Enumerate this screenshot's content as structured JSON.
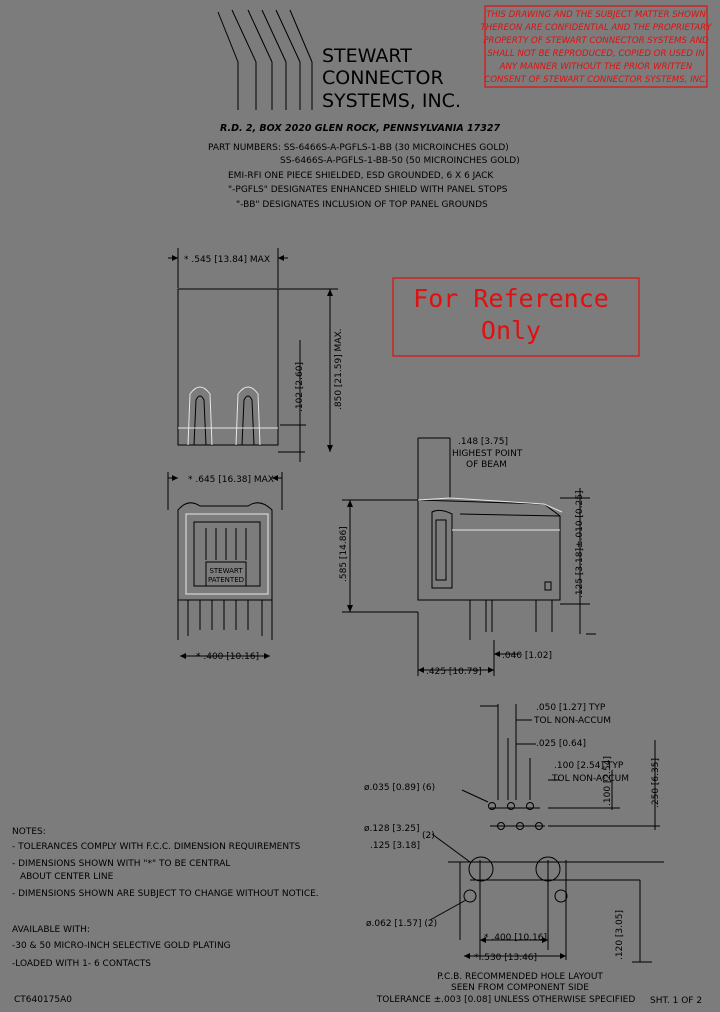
{
  "company": {
    "name_lines": [
      "STEWART",
      "CONNECTOR",
      "SYSTEMS,  INC."
    ],
    "address": "R.D. 2, BOX 2020   GLEN ROCK, PENNSYLVANIA   17327"
  },
  "confidential_notice": [
    "THIS DRAWING AND THE SUBJECT MATTER SHOWN",
    "THEREON ARE CONFIDENTIAL AND THE PROPRIETARY",
    "PROPERTY OF STEWART CONNECTOR SYSTEMS AND",
    "SHALL NOT BE REPRODUCED, COPIED OR USED IN",
    "ANY MANNER WITHOUT THE PRIOR WRITTEN",
    "CONSENT OF STEWART CONNECTOR SYSTEMS, INC."
  ],
  "part_info": {
    "line1": "PART NUMBERS:  SS-6466S-A-PGFLS-1-BB (30 MICROINCHES GOLD)",
    "line2": "SS-6466S-A-PGFLS-1-BB-50 (50 MICROINCHES GOLD)",
    "line3": "EMI-RFI ONE PIECE SHIELDED, ESD GROUNDED, 6 X 6 JACK",
    "line4": "\"-PGFLS\" DESIGNATES ENHANCED SHIELD WITH PANEL STOPS",
    "line5": "\"-BB\" DESIGNATES INCLUSION OF TOP PANEL GROUNDS"
  },
  "reference_stamp": [
    "For Reference",
    "Only"
  ],
  "front_view": {
    "width_dim": "* .545 [13.84] MAX",
    "height_dim": ".850 [21.59] MAX.",
    "pin_dim": ".102 [2.60]"
  },
  "bottom_view": {
    "width_dim": "* .645 [16.38] MAX",
    "pitch_dim": "* .400 [10.16]",
    "marking_line1": "STEWART",
    "marking_line2": "PATENTED"
  },
  "side_view": {
    "beam_dim": ".148 [3.75]",
    "beam_label_1": "HIGHEST POINT",
    "beam_label_2": "OF BEAM",
    "height_dim": ".585 [14.86]",
    "panel_dim": ".125 [3.18]±.010 [0.25]",
    "depth_dim": ".425 [10.79]",
    "pin_dim": ".040 [1.02]"
  },
  "pcb_layout": {
    "dim_050": ".050 [1.27] TYP",
    "tol_050": "TOL NON-ACCUM",
    "dim_025": ".025 [0.64]",
    "dim_100_h": ".100 [2.54] TYP",
    "tol_100": "TOL NON-ACCUM",
    "dim_100_v": ".100 [2.54]",
    "dim_250": ".250 [6.35]",
    "hole_035": "ø.035 [0.89] (6)",
    "hole_128_a": "ø.128 [3.25]",
    "hole_128_b": ".125 [3.18]",
    "hole_128_qty": "(2)",
    "hole_062": "ø.062 [1.57] (2)",
    "dim_400": "* .400 [10.16]",
    "dim_530": "* .530 [13.46]",
    "dim_120": ".120 [3.05]",
    "caption_1": "P.C.B. RECOMMENDED HOLE LAYOUT",
    "caption_2": "SEEN FROM COMPONENT SIDE",
    "caption_3": "TOLERANCE ±.003 [0.08] UNLESS OTHERWISE SPECIFIED"
  },
  "notes": {
    "heading": "NOTES:",
    "items": [
      "- TOLERANCES COMPLY WITH F.C.C. DIMENSION REQUIREMENTS",
      "- DIMENSIONS SHOWN WITH \"*\" TO BE CENTRAL",
      "ABOUT CENTER LINE",
      "- DIMENSIONS SHOWN ARE SUBJECT TO CHANGE WITHOUT NOTICE."
    ],
    "available_heading": "AVAILABLE WITH:",
    "available_items": [
      "-30 & 50 MICRO-INCH SELECTIVE GOLD PLATING",
      "-LOADED WITH 1- 6 CONTACTS"
    ]
  },
  "footer": {
    "doc_id": "CT640175A0",
    "sheet": "SHT. 1 OF 2"
  },
  "colors": {
    "background": "#7c7c7c",
    "line": "#000000",
    "highlight": "#e6e6e6",
    "notice_red": "#e01010"
  }
}
